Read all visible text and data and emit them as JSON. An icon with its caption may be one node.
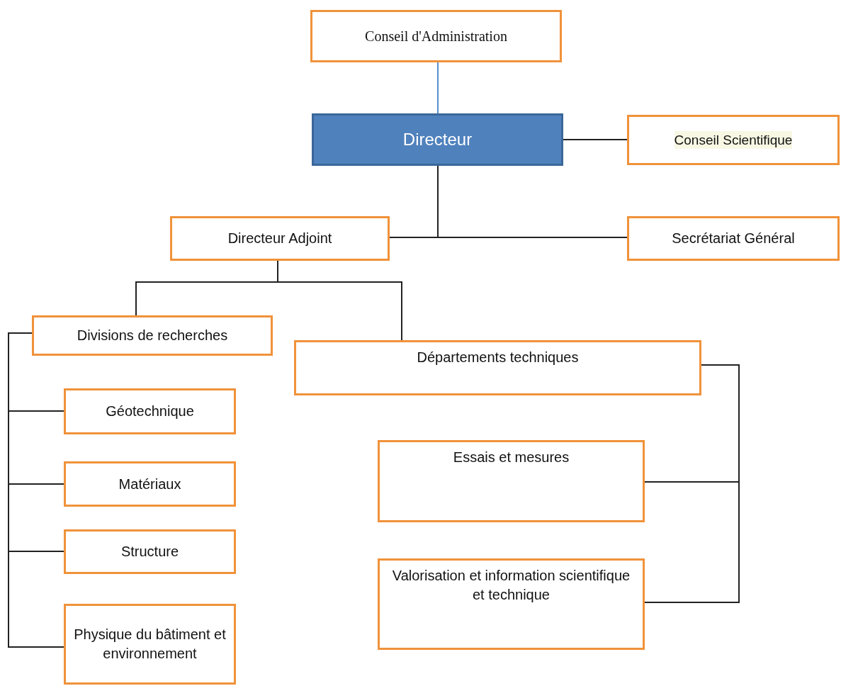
{
  "diagram": {
    "nodes": [
      {
        "text": [
          "Conseil d'Administration"
        ]
      },
      {
        "text": [
          "Directeur"
        ]
      },
      {
        "text": [
          "Conseil Scientifique"
        ]
      },
      {
        "text": [
          "Directeur Adjoint"
        ]
      },
      {
        "text": [
          "Secrétariat Général"
        ]
      },
      {
        "text": [
          "Divisions de recherches"
        ]
      },
      {
        "text": [
          "Départements techniques"
        ]
      },
      {
        "text": [
          "Géotechnique"
        ]
      },
      {
        "text": [
          "Matériaux"
        ]
      },
      {
        "text": [
          "Structure"
        ]
      },
      {
        "text": [
          "Physique du bâtiment et environnement"
        ]
      },
      {
        "text": [
          "Essais et mesures"
        ]
      },
      {
        "text": [
          "Valorisation et information scientifique et technique"
        ]
      }
    ],
    "edges": [
      {
        "from": 0,
        "to": 1,
        "arrow": "none",
        "color": "#5b8fd0"
      },
      {
        "from": 1,
        "to": 2,
        "arrow": "none"
      },
      {
        "from": 1,
        "to": 3,
        "arrow": "none"
      },
      {
        "from": 1,
        "to": 4,
        "arrow": "none"
      },
      {
        "from": 3,
        "to": 5,
        "arrow": "none"
      },
      {
        "from": 3,
        "to": 6,
        "arrow": "none"
      },
      {
        "from": 5,
        "to": 7,
        "arrow": "none"
      },
      {
        "from": 5,
        "to": 8,
        "arrow": "none"
      },
      {
        "from": 5,
        "to": 9,
        "arrow": "none"
      },
      {
        "from": 5,
        "to": 10,
        "arrow": "none"
      },
      {
        "from": 6,
        "to": 11,
        "arrow": "none"
      },
      {
        "from": 6,
        "to": 12,
        "arrow": "none"
      }
    ]
  }
}
